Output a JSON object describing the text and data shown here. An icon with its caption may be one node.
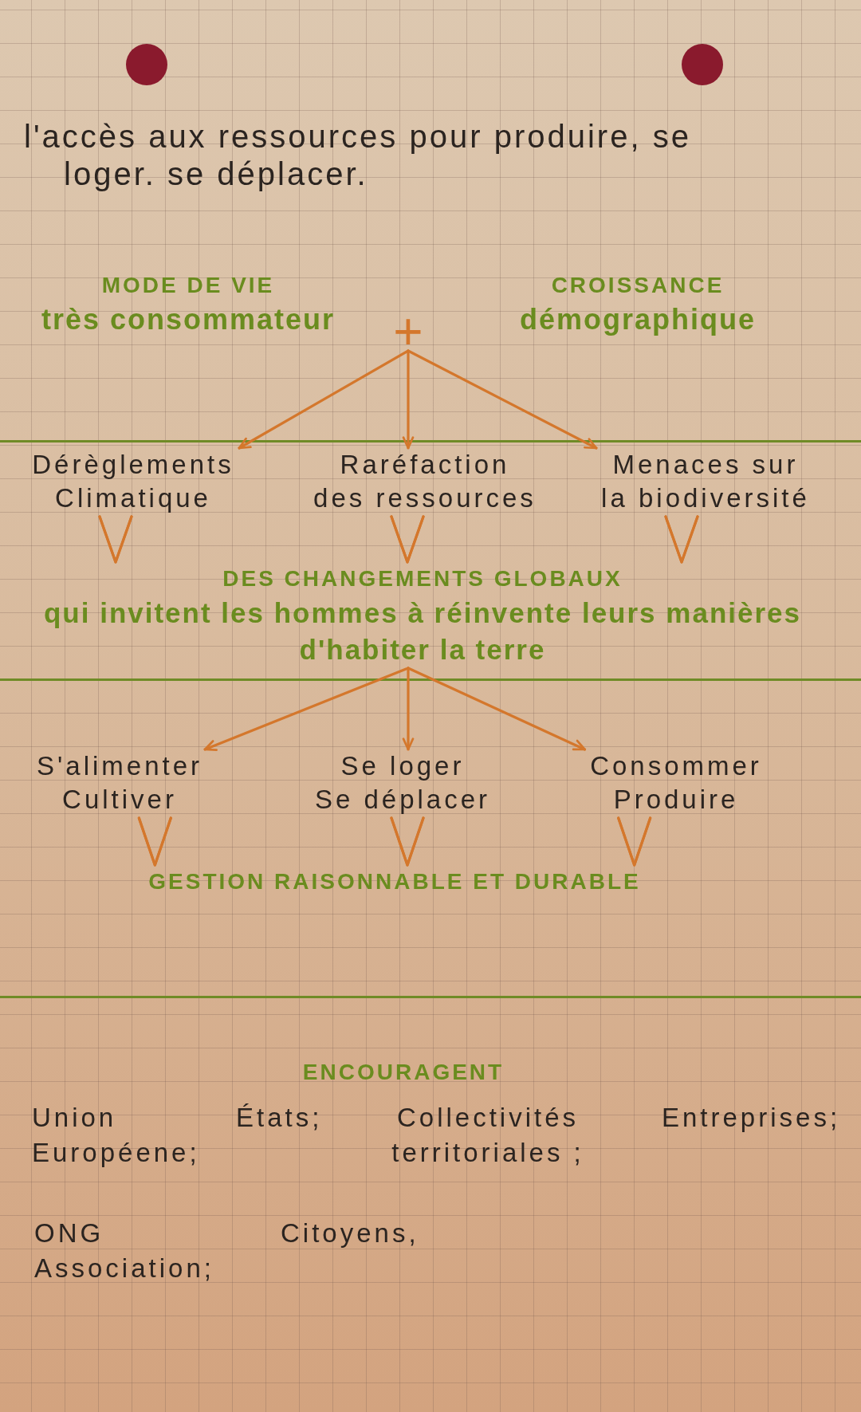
{
  "diagram": {
    "nodes": [
      {
        "text": [
          "MODE DE VIE",
          "très consommateur"
        ]
      },
      {
        "text": [
          "+"
        ]
      },
      {
        "text": [
          "CROISSANCE",
          "démographique"
        ]
      },
      {
        "text": [
          "Dérèglements Climatique"
        ]
      },
      {
        "text": [
          "Raréfaction des ressources"
        ]
      },
      {
        "text": [
          "Menaces sur la biodiversité"
        ]
      },
      {
        "text": [
          "DES CHANGEMENTS GLOBAUX",
          "qui invitent les hommes à réinvente leurs manières d'habiter la terre"
        ]
      },
      {
        "text": [
          "S'alimenter Cultiver"
        ]
      },
      {
        "text": [
          "Se loger Se déplacer"
        ]
      },
      {
        "text": [
          "Consommer Produire"
        ]
      },
      {
        "text": [
          "GESTION RAISONNABLE ET DURABLE"
        ]
      }
    ],
    "edges": [
      {
        "from": 1,
        "to": 3,
        "arrow": "to"
      },
      {
        "from": 1,
        "to": 4,
        "arrow": "to"
      },
      {
        "from": 1,
        "to": 5,
        "arrow": "to"
      },
      {
        "from": 3,
        "to": 6,
        "arrow": "to"
      },
      {
        "from": 4,
        "to": 6,
        "arrow": "to"
      },
      {
        "from": 5,
        "to": 6,
        "arrow": "to"
      },
      {
        "from": 6,
        "to": 7,
        "arrow": "to"
      },
      {
        "from": 6,
        "to": 8,
        "arrow": "to"
      },
      {
        "from": 6,
        "to": 9,
        "arrow": "to"
      },
      {
        "from": 7,
        "to": 10,
        "arrow": "to"
      },
      {
        "from": 8,
        "to": 10,
        "arrow": "to"
      },
      {
        "from": 9,
        "to": 10,
        "arrow": "to"
      }
    ],
    "labels": [
      "l'accès aux ressources pour produire, se loger. se déplacer.",
      "ENCOURAGENT",
      "Union Européene;",
      "États;",
      "Collectivités territoriales ;",
      "Entreprises;",
      "ONG Association;",
      "Citoyens,"
    ]
  }
}
